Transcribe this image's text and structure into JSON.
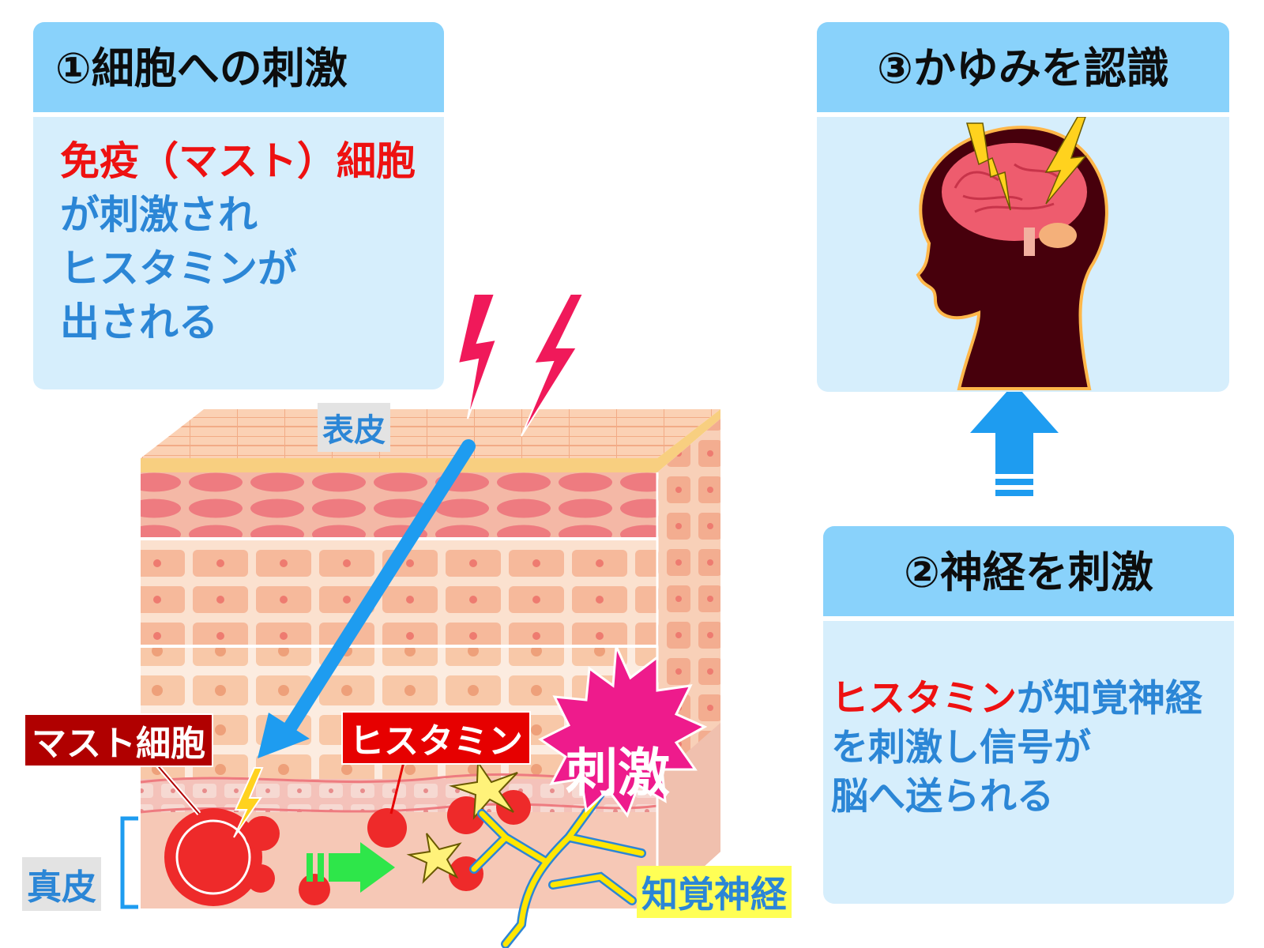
{
  "panel1": {
    "title": "①細胞への刺激",
    "line1_red": "免疫（マスト）細胞",
    "line2": "が刺激され",
    "line3": "ヒスタミンが",
    "line4": "出される"
  },
  "panel3": {
    "title": "③かゆみを認識"
  },
  "panel2": {
    "title": "②神経を刺激",
    "line1_red": "ヒスタミン",
    "line1_rest": "が知覚神経",
    "line2": "を刺激し信号が",
    "line3": "脳へ送られる"
  },
  "labels": {
    "epidermis": "表皮",
    "dermis": "真皮",
    "mast_cell": "マスト細胞",
    "histamine": "ヒスタミン",
    "sensory_nerve": "知覚神経",
    "stimulus": "刺激"
  },
  "colors": {
    "panel_header": "#89d2fb",
    "panel_body": "#d6eefc",
    "text_blue": "#2b86d6",
    "text_red": "#ee1111",
    "arrow_blue": "#1e9cf0",
    "lightning_pink": "#f0195a",
    "burst_magenta": "#ee1b8c",
    "nerve_yellow": "#ffe600",
    "flow_green": "#2ee64a",
    "head_silhouette": "#47000c",
    "brain_pink": "#ee5c6e"
  },
  "icons": [
    "lightning-icon",
    "brain-icon",
    "head-silhouette-icon",
    "up-arrow-icon",
    "right-arrow-icon",
    "burst-icon",
    "spark-icon"
  ]
}
